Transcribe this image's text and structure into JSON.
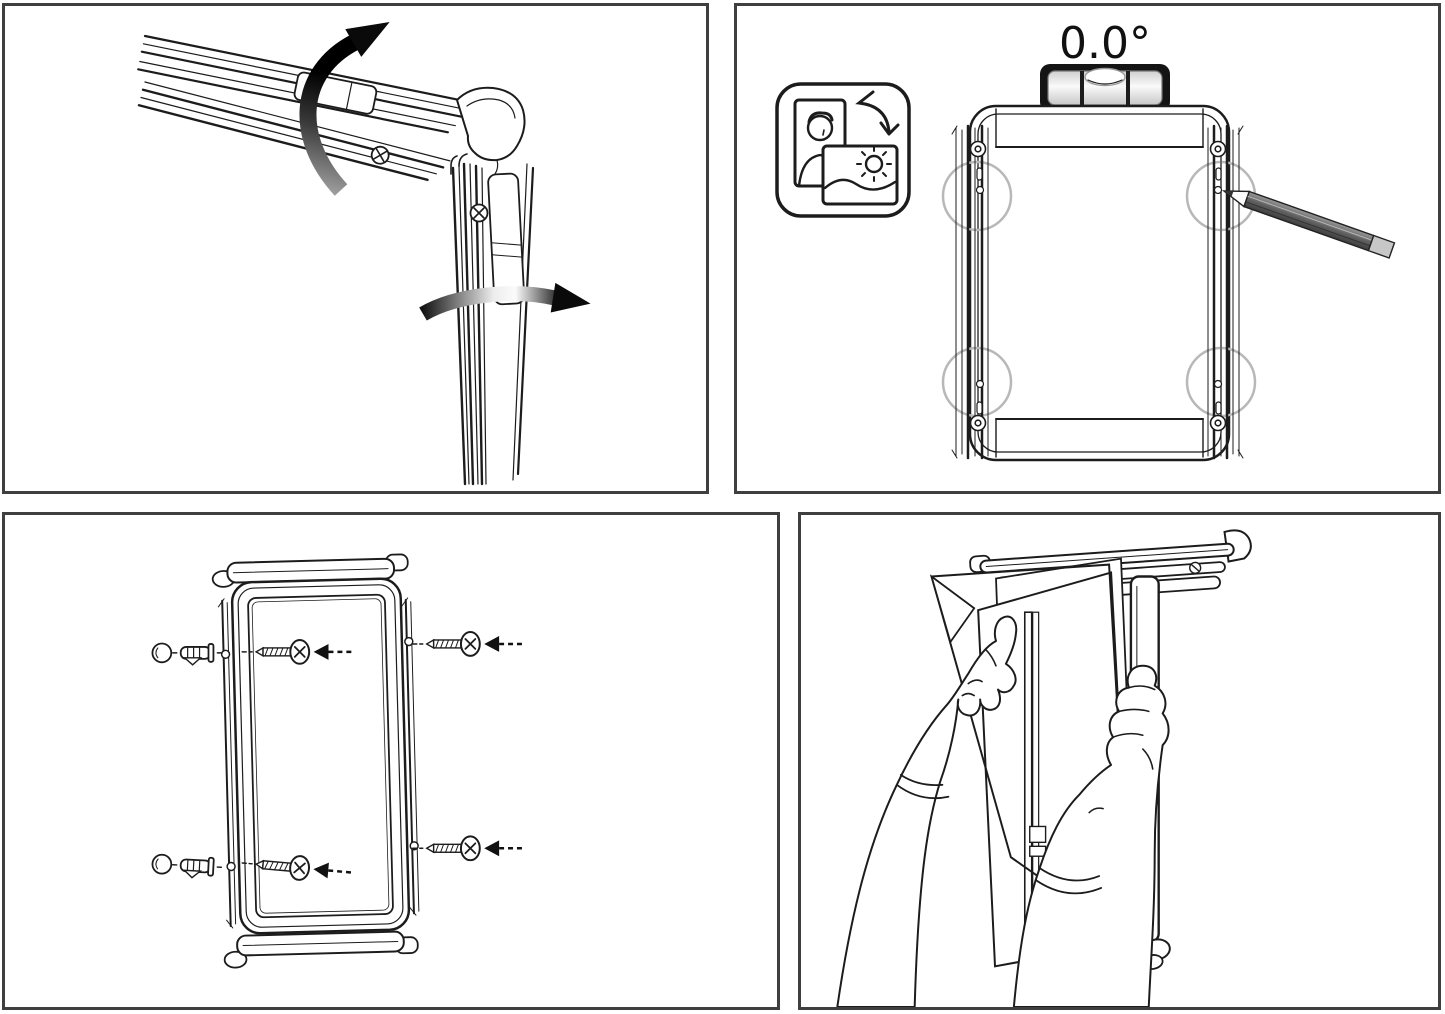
{
  "document_kind": "snap-frame mounting instruction sheet (4-step line-art diagram)",
  "colors": {
    "background": "#ffffff",
    "panel_border": "#3f3f3f",
    "line_art": "#1c1c1c",
    "arrow_black": "#0a0a0a",
    "arrow_gradient_light": "#f0f0f0",
    "highlight_circle": "#b8b8b8",
    "pencil_body_dark": "#4a4a4a",
    "pencil_body_light": "#9a9a9a",
    "pencil_cap": "#c7c7c7",
    "level_case": "#141414",
    "level_vial": "#f2f2f2"
  },
  "panels": {
    "step1": {
      "caption": "",
      "icons": [
        "snap-frame-corner",
        "curved-arrow-open-top",
        "curved-arrow-open-side"
      ]
    },
    "step2": {
      "angle_label": "0.0°",
      "icons": [
        "spirit-level-icon",
        "orientation-rotate-icon",
        "frame-back",
        "hole-highlight-circles",
        "pencil-marking-holes"
      ]
    },
    "step3": {
      "caption": "",
      "icons": [
        "wall-plug-cap",
        "wall-anchor",
        "mounting-screw",
        "insert-direction-arrow",
        "frame-with-side-rails"
      ]
    },
    "step4": {
      "caption": "",
      "icons": [
        "left-hand",
        "right-hand",
        "poster-sheet",
        "protective-cover-sheet",
        "open-snap-frame-side"
      ]
    }
  }
}
